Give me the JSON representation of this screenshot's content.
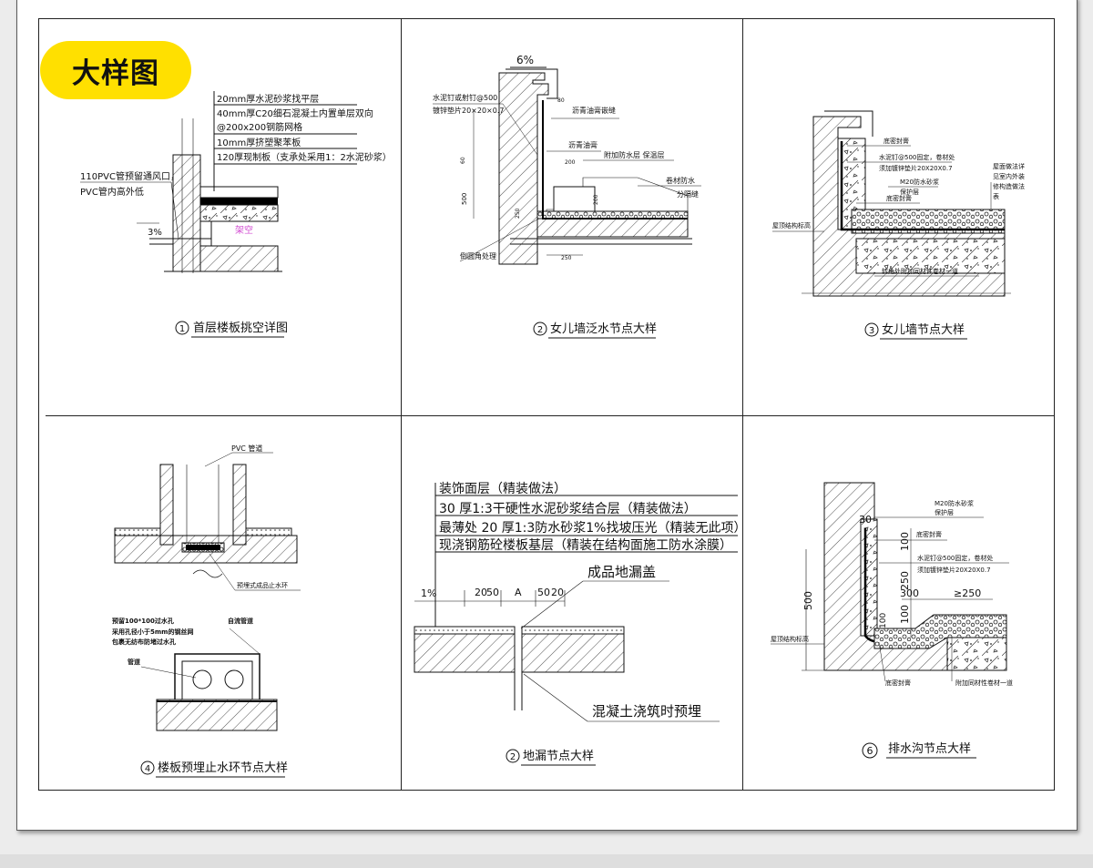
{
  "badge": "大样图",
  "panels": {
    "p1": {
      "title": "首层楼板挑空详图",
      "num": "1",
      "notes": [
        "20mm厚水泥砂浆找平层",
        "40mm厚C20细石混凝土内置单层双向",
        "@200x200钢筋网格",
        "10mm厚挤塑聚苯板",
        "120厚现制板（支承处采用1：2水泥砂浆）"
      ],
      "pvc_note": [
        "110PVC管预留通风口，",
        "PVC管内高外低"
      ],
      "slope": "3%",
      "void": "架空"
    },
    "p2": {
      "title": "女儿墙泛水节点大样",
      "num": "2",
      "slope": "6%",
      "labels": [
        "水泥钉或射钉@500",
        "镀锌垫片20×20×0.7",
        "沥青油膏嵌缝",
        "沥青油膏",
        "附加防水层 保温层",
        "卷材防水",
        "分隔缝",
        "倒圆角处理"
      ],
      "dims": [
        "80",
        "60",
        "500",
        "250",
        "200",
        "250",
        "200"
      ]
    },
    "p3": {
      "title": "女儿墙节点大样",
      "num": "3",
      "labels": [
        "底密封膏",
        "水泥钉@500固定，卷材处",
        "须加镀锌垫片20X20X0.7",
        "M20防水砂浆",
        "保护层",
        "底密封膏",
        "屋面做法详",
        "见室内外装",
        "修构造做法",
        "表",
        "屋顶结构标高",
        "转角处附加同材性卷材一道"
      ]
    },
    "p4": {
      "title": "楼板预埋止水环节点大样",
      "num": "4",
      "labels": [
        "PVC 管道",
        "预埋式成品止水环",
        "预留100*100过水孔",
        "采用孔径小于5mm的钢丝网",
        "包裹无纺布防堵过水孔",
        "自流管道",
        "管道"
      ]
    },
    "p5": {
      "title": "地漏节点大样",
      "num": "2",
      "layers": [
        "装饰面层（精装做法）",
        "30 厚1:3干硬性水泥砂浆结合层（精装做法）",
        "最薄处  20 厚1:3防水砂浆1%找坡压光（精装无此项）",
        "现浇钢筋砼楼板基层（精装在结构面施工防水涂膜）"
      ],
      "cover": "成品地漏盖",
      "embed": "混凝土浇筑时预埋",
      "dims": [
        "1%",
        "20",
        "50",
        "A",
        "50",
        "20"
      ]
    },
    "p6": {
      "title": "排水沟节点大样",
      "num": "6",
      "labels": [
        "M20防水砂浆",
        "保护层",
        "底密封膏",
        "水泥钉@500固定，卷材处",
        "须加镀锌垫片20X20X0.7",
        "屋顶结构标高",
        "底密封膏",
        "附加同材性卷材一道"
      ],
      "dims": [
        "30",
        "100",
        "250",
        "100",
        "300",
        "≥250",
        "100",
        "500"
      ]
    }
  }
}
